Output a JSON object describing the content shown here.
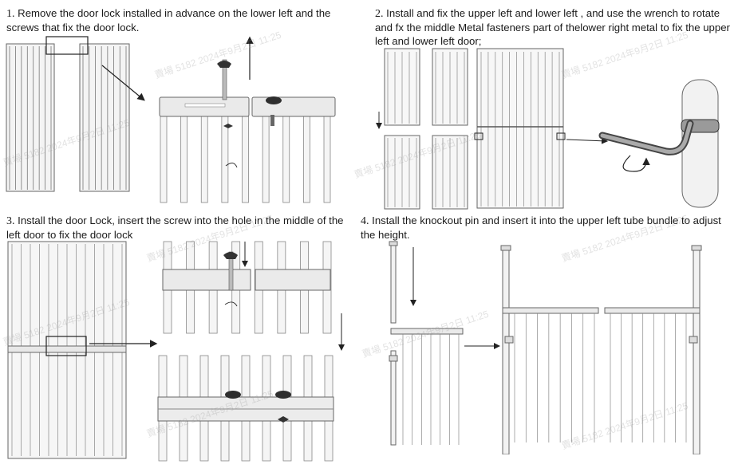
{
  "steps": [
    {
      "number": "1.",
      "text": "Remove the door lock installed in advance on the lower left and the screws that fix the door lock."
    },
    {
      "number": "2.",
      "text": "Install and fix the upper left and lower left , and use the wrench to rotate and fx the middle Metal fasteners part of thelower right metal to fix the upper left and lower left door;"
    },
    {
      "number": "3.",
      "text": "Install the door Lock, insert the screw into the hole in the middle of the left door to fix the door lock"
    },
    {
      "number": "4.",
      "text": "Install the knockout pin and insert it into the upper left tube bundle to adjust the height."
    }
  ],
  "watermark": "賣場 5182 2024年9月2日 11:25",
  "icons": {
    "arrow": "arrow-icon",
    "wrench": "allen-wrench-icon",
    "rotation": "rotation-arrow-icon",
    "screw": "screw-icon",
    "lock": "door-lock-icon"
  },
  "colors": {
    "line": "#555555",
    "rail": "#e6e6e6",
    "bar": "#f4f4f4",
    "dark": "#2e2e2e"
  }
}
